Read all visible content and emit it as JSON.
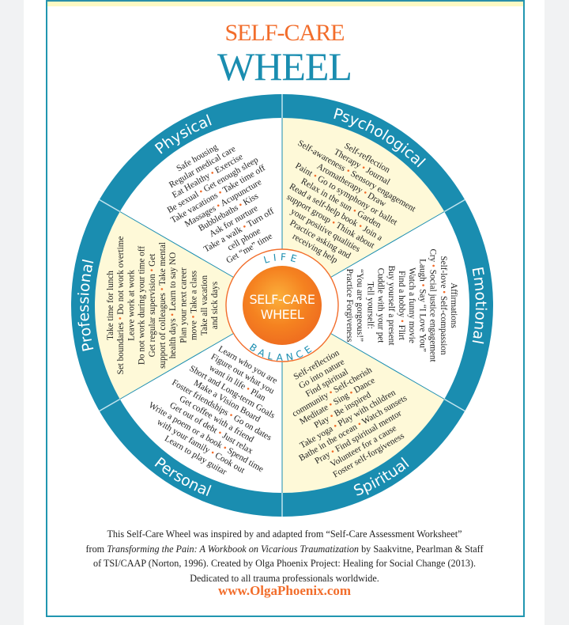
{
  "header": {
    "title_line1": "SELF-CARE",
    "title_line2": "WHEEL"
  },
  "colors": {
    "teal": "#1a8db0",
    "orange": "#f26d2b",
    "cream": "#fef9d8",
    "white": "#ffffff"
  },
  "center": {
    "line1": "SELF-CARE",
    "line2": "WHEEL",
    "arc_top": "LIFE",
    "arc_bottom": "BALANCE"
  },
  "segments": [
    {
      "name": "Psychological",
      "items": [
        "Self-reflection",
        "Therapy • Journal",
        "Self-awareness • Sensory engagement",
        "Aromatherapy • Draw",
        "Paint • Go to symphony or ballet",
        "Relax in the sun • Garden",
        "Read a self-help book • Join a",
        "support group • Think about",
        "your positive qualities",
        "Practice asking and",
        "receiving help"
      ]
    },
    {
      "name": "Emotional",
      "items": [
        "Affirmations",
        "Self-love • Self-compassion",
        "Cry • Social justice engagement",
        "Laugh • Say “I Love You”",
        "Watch a funny movie",
        "Find a hobby • Flirt",
        "Buy yourself a present",
        "Cuddle with your pet",
        "Tell yourself:",
        "“You are gorgeous!”",
        "Practice Forgiveness"
      ]
    },
    {
      "name": "Spiritual",
      "items": [
        "Self-reflection",
        "Go into nature",
        "Find spiritual",
        "community • Self-cherish",
        "Meditate • Sing • Dance",
        "Play • Be inspired",
        "Take yoga • Play with children",
        "Bathe in the ocean • Watch sunsets",
        "Pray • Find spiritual mentor",
        "Volunteer for a cause",
        "Foster self-forgiveness"
      ]
    },
    {
      "name": "Personal",
      "items": [
        "Learn who you are",
        "Figure out what you",
        "want in life • Plan",
        "Short and Long-term Goals",
        "Make a Vision Board",
        "Foster friendships • Go on dates",
        "Get coffee with a friend",
        "Get out of debt • Just relax",
        "Write a poem or a book • Spend time",
        "with your family • Cook out",
        "Learn to play guitar"
      ]
    },
    {
      "name": "Professional",
      "items": [
        "Take time for lunch",
        "Set boundaries • Do not work overtime",
        "Leave work at work",
        "Do not work during your time off",
        "Get regular supervision • Get",
        "support of colleagues • Take mental",
        "health days • Learn to say NO",
        "Plan your next career",
        "move • Take a class",
        "Take all vacation",
        "and sick days"
      ]
    },
    {
      "name": "Physical",
      "items": [
        "Safe housing",
        "Regular medical care",
        "Eat Healthy • Exercise",
        "Be sexual • Get enough sleep",
        "Take vacations • Take time off",
        "Massages • Acupuncture",
        "Bubblebaths • Kiss",
        "Ask for nurture",
        "Take a walk • Turn off",
        "cell phone",
        "Get “me” time"
      ]
    }
  ],
  "footer": {
    "credit_line1": "This Self-Care Wheel was inspired by and adapted from “Self-Care Assessment Worksheet”",
    "credit_line2_prefix": "from ",
    "credit_line2_italic": "Transforming the Pain: A Workbook on Vicarious Traumatization",
    "credit_line2_suffix": " by Saakvitne, Pearlman & Staff",
    "credit_line3": "of TSI/CAAP (Norton, 1996). Created by Olga Phoenix Project: Healing for Social Change (2013).",
    "credit_line4": "Dedicated to all trauma professionals worldwide.",
    "url": "www.OlgaPhoenix.com"
  }
}
